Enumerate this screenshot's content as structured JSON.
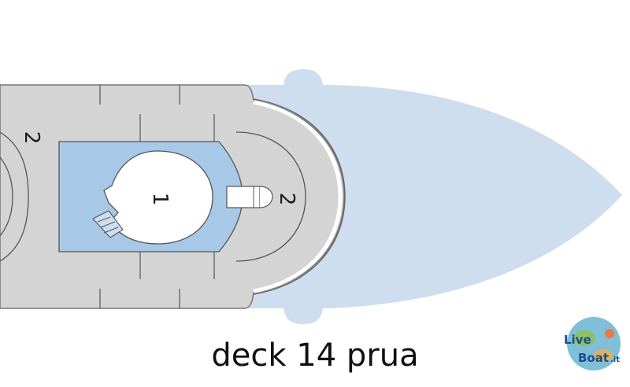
{
  "diagram": {
    "caption": "deck 14 prua",
    "zones": [
      {
        "id": "zone-1",
        "label": "1"
      },
      {
        "id": "zone-2-left",
        "label": "2"
      },
      {
        "id": "zone-2-right",
        "label": "2"
      }
    ]
  },
  "logo": {
    "line1": "Live",
    "line2": "Boat",
    "suffix": ".it"
  },
  "colors": {
    "water": "#cfdeee",
    "deck": "#d4d4d4",
    "pool_area": "#a8c8e8",
    "outline": "#555555"
  }
}
